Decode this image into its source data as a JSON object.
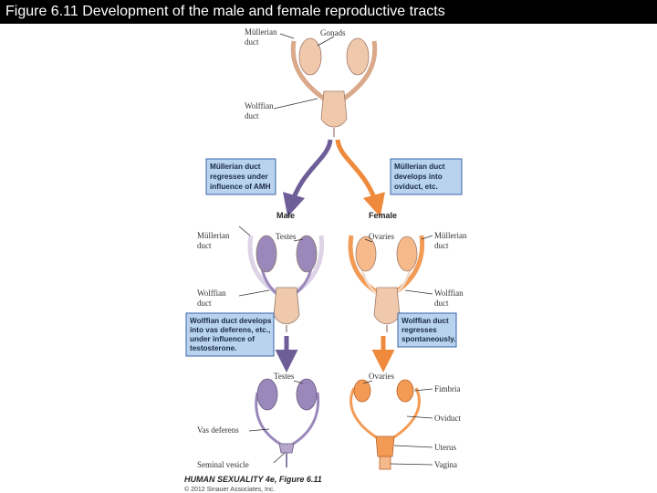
{
  "title": "Figure 6.11  Development of the male and female reproductive tracts",
  "labels": {
    "top": {
      "mullerian": [
        "Müllerian",
        "duct"
      ],
      "gonads": "Gonads",
      "wolffian": [
        "Wolffian",
        "duct"
      ]
    },
    "male_mid": {
      "heading": "Male",
      "mullerian": [
        "Müllerian",
        "duct"
      ],
      "testes": "Testes",
      "wolffian": [
        "Wolffian",
        "duct"
      ]
    },
    "female_mid": {
      "heading": "Female",
      "ovaries": "Ovaries",
      "mullerian": [
        "Müllerian",
        "duct"
      ],
      "wolffian": [
        "Wolffian",
        "duct"
      ]
    },
    "male_bottom": {
      "testes": "Testes",
      "vas_deferens": "Vas deferens",
      "seminal_vesicle": "Seminal vesicle"
    },
    "female_bottom": {
      "ovaries": "Ovaries",
      "fimbria": "Fimbria",
      "oviduct": "Oviduct",
      "uterus": "Uterus",
      "vagina": "Vagina"
    }
  },
  "boxes": {
    "male_top": [
      "Müllerian duct",
      "regresses under",
      "influence of AMH"
    ],
    "female_top": [
      "Müllerian duct",
      "develops into",
      "oviduct, etc."
    ],
    "male_mid": [
      "Wolffian duct develops",
      "into vas deferens, etc.,",
      "under influence of",
      "testosterone."
    ],
    "female_mid": [
      "Wolffian duct",
      "regresses",
      "spontaneously."
    ]
  },
  "credit": {
    "line1": "HUMAN SEXUALITY 4e, Figure 6.11",
    "line2": "© 2012 Sinauer Associates, Inc."
  },
  "colors": {
    "undifferentiated": "#f0c9ad",
    "male_tissue": "#9a88bb",
    "female_tissue": "#f39b55",
    "male_arrow": "#6e5e98",
    "female_arrow": "#ef8a3c",
    "box_fill": "#b9d3ef",
    "box_border": "#3a66a8",
    "title_bar": "#000000"
  }
}
